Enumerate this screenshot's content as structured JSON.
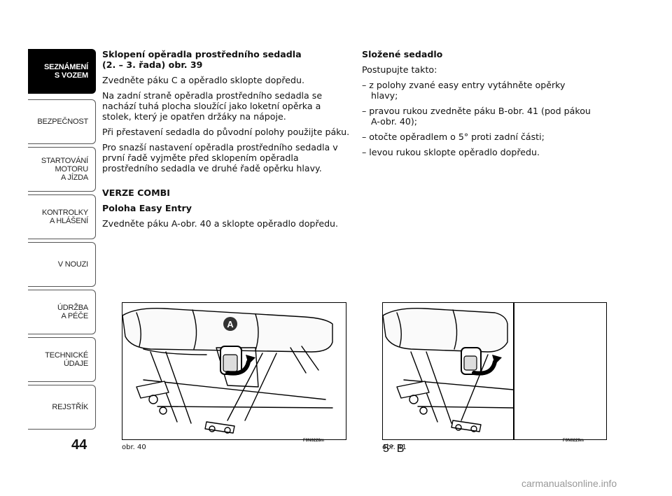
{
  "sidebar": {
    "tabs": [
      {
        "label": "SEZNÁMENÍ\nS VOZEM",
        "active": true
      },
      {
        "label": "BEZPEČNOST",
        "active": false
      },
      {
        "label": "STARTOVÁNÍ\nMOTORU\nA JÍZDA",
        "active": false
      },
      {
        "label": "KONTROLKY\nA HLÁŠENÍ",
        "active": false
      },
      {
        "label": "V NOUZI",
        "active": false
      },
      {
        "label": "ÚDRŽBA\nA PÉČE",
        "active": false
      },
      {
        "label": "TECHNICKÉ\nÚDAJE",
        "active": false
      },
      {
        "label": "REJSTŘÍK",
        "active": false
      }
    ]
  },
  "page_number": "44",
  "left_column": {
    "heading1_line1": "Sklopení opěradla prostředního sedadla",
    "heading1_line2": "(2. – 3. řada) obr. 39",
    "p1": "Zvedněte páku C a opěradlo sklopte dopředu.",
    "p2": "Na zadní straně opěradla prostředního sedadla se nachází tuhá plocha sloužící jako loketní opěrka a stolek, který je opatřen držáky na nápoje.",
    "p3": "Při přestavení sedadla do původní polohy použijte páku.",
    "p4": "Pro snazší nastavení opěradla prostředního sedadla v první řadě vyjměte před sklopením opěradla prostředního sedadla ve druhé řadě opěrku hlavy.",
    "heading2": "VERZE COMBI",
    "heading3": "Poloha Easy Entry",
    "p5": "Zvedněte páku A-obr. 40 a sklopte opěradlo dopředu."
  },
  "right_column": {
    "heading": "Složené sedadlo",
    "intro": "Postupujte takto:",
    "items": [
      "– z polohy zvané easy entry vytáhněte opěrky hlavy;",
      "– pravou rukou zvedněte páku B-obr. 41 (pod pákou A-obr. 40);",
      "– otočte opěradlem o 5° proti zadní části;",
      "– levou rukou sklopte opěradlo dopředu."
    ]
  },
  "figures": [
    {
      "caption": "obr. 40",
      "code": "F0N0228m",
      "marker": "A"
    },
    {
      "caption": "obr. 41",
      "code": "F0N0229m",
      "marker": "B",
      "angle_label": "5°"
    }
  ],
  "watermark": "carmanualsonline.info",
  "colors": {
    "active_tab_bg": "#000000",
    "marker_bg": "#333333",
    "watermark": "#999999"
  }
}
